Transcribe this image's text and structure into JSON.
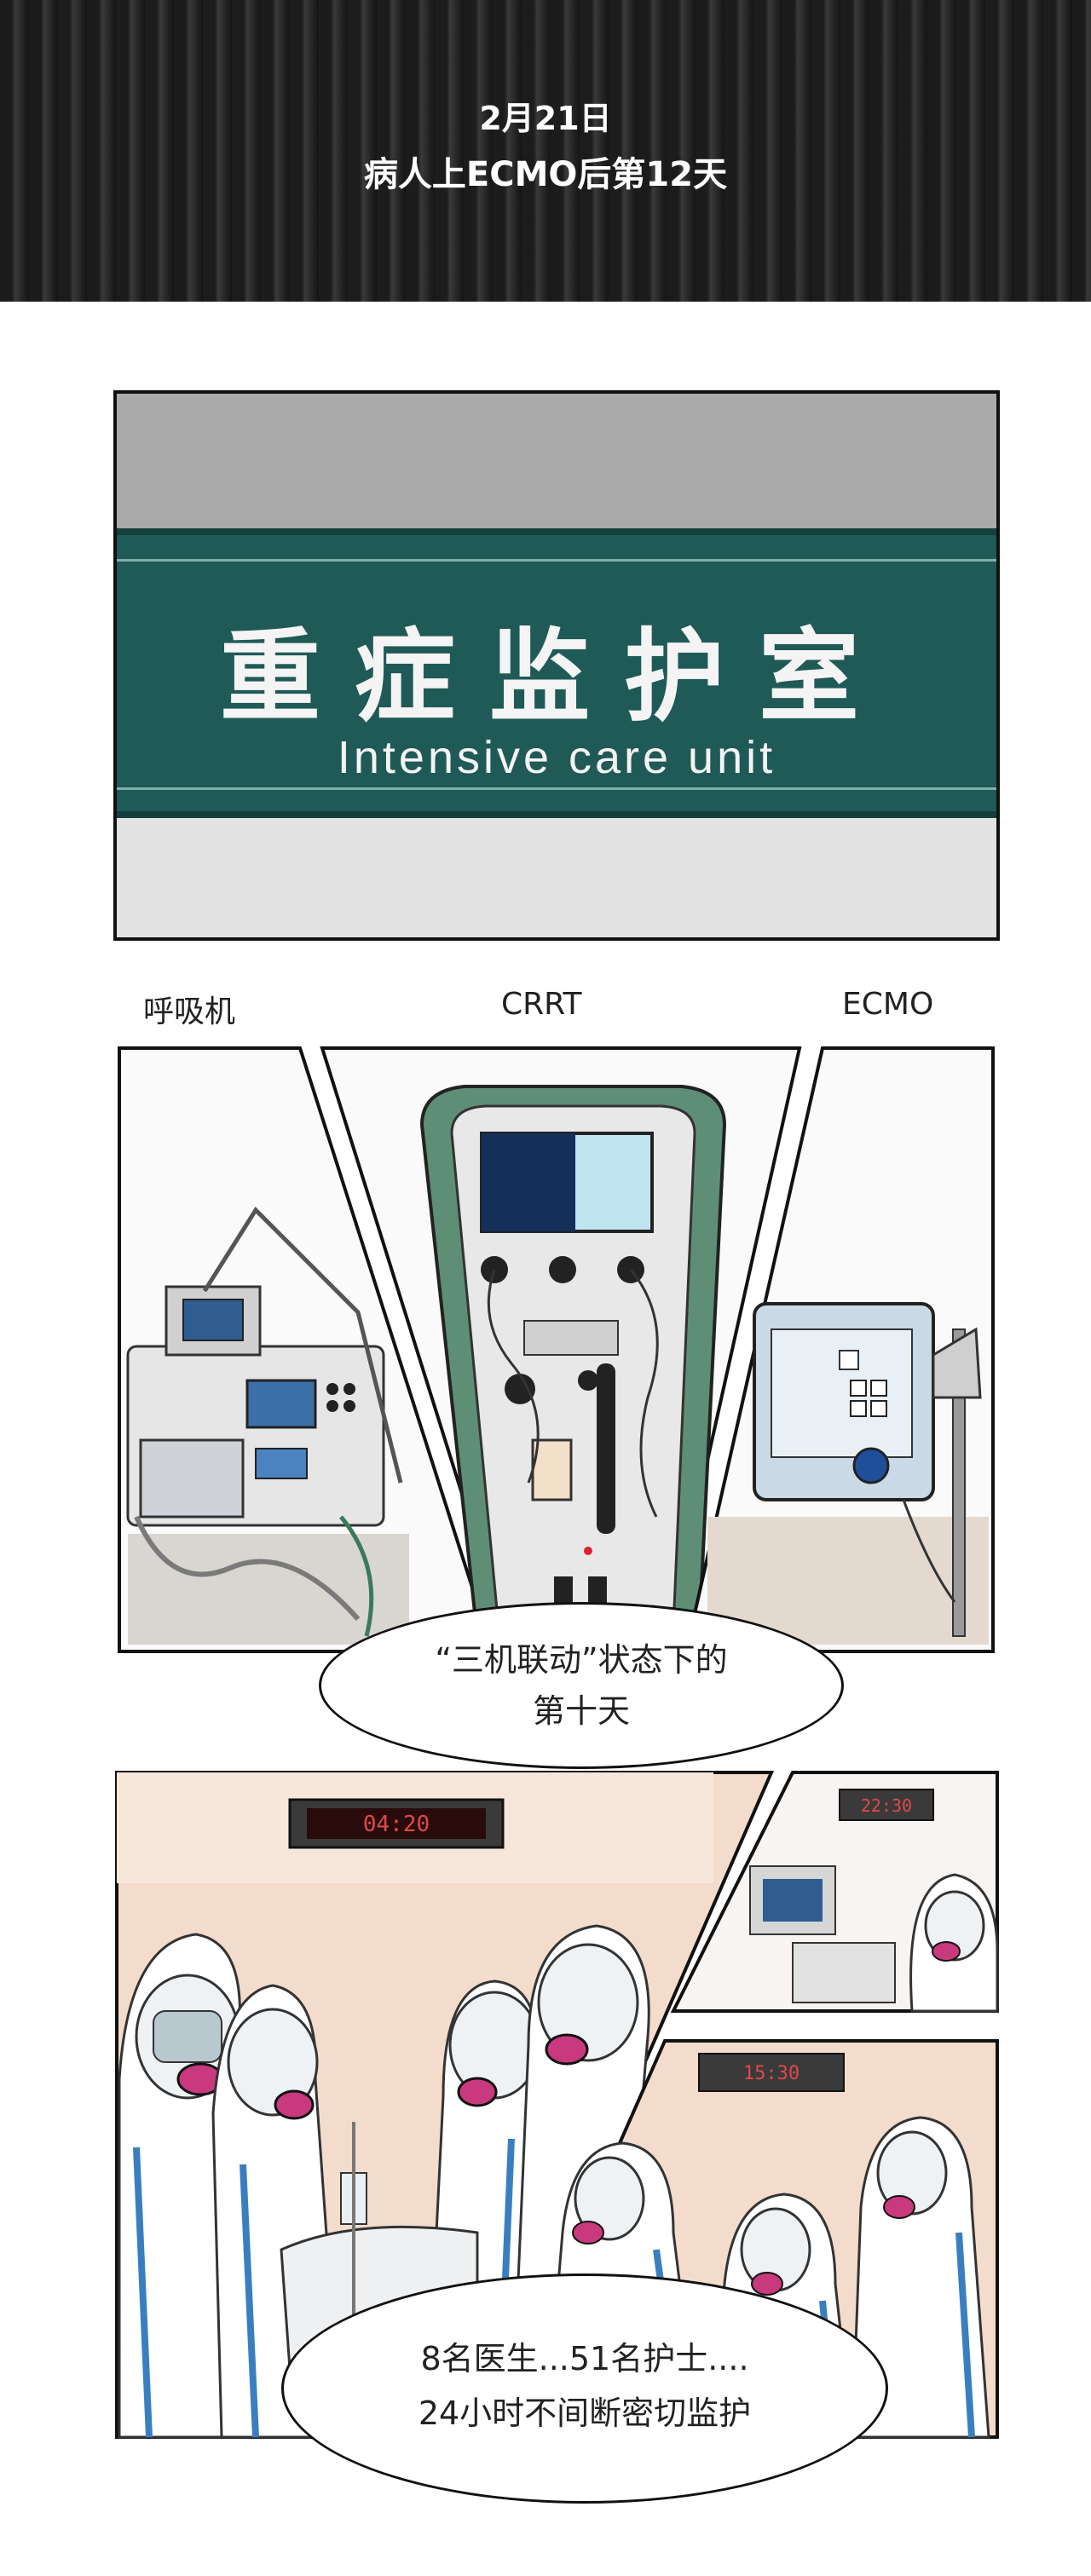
{
  "header": {
    "date": "2月21日",
    "subtitle": "病人上ECMO后第12天"
  },
  "sign": {
    "chinese": "重症监护室",
    "english": "Intensive care unit"
  },
  "machines": {
    "left": "呼吸机",
    "center": "CRRT",
    "right": "ECMO"
  },
  "bubble_top": {
    "line1": "“三机联动”状态下的",
    "line2": "第十天"
  },
  "clocks": {
    "main": "04:20",
    "top_right": "22:30",
    "bottom_right": "15:30"
  },
  "bubble_bottom": {
    "line1": "8名医生...51名护士....",
    "line2": "24小时不间断密切监护"
  },
  "colors": {
    "header_bg": "#1c1c1c",
    "sign_green": "#1f5a57",
    "machine_green": "#5f8e76",
    "wall_peach": "#f3dccc",
    "mask_pink": "#c8397e",
    "suit_blue": "#3a7ec2"
  }
}
